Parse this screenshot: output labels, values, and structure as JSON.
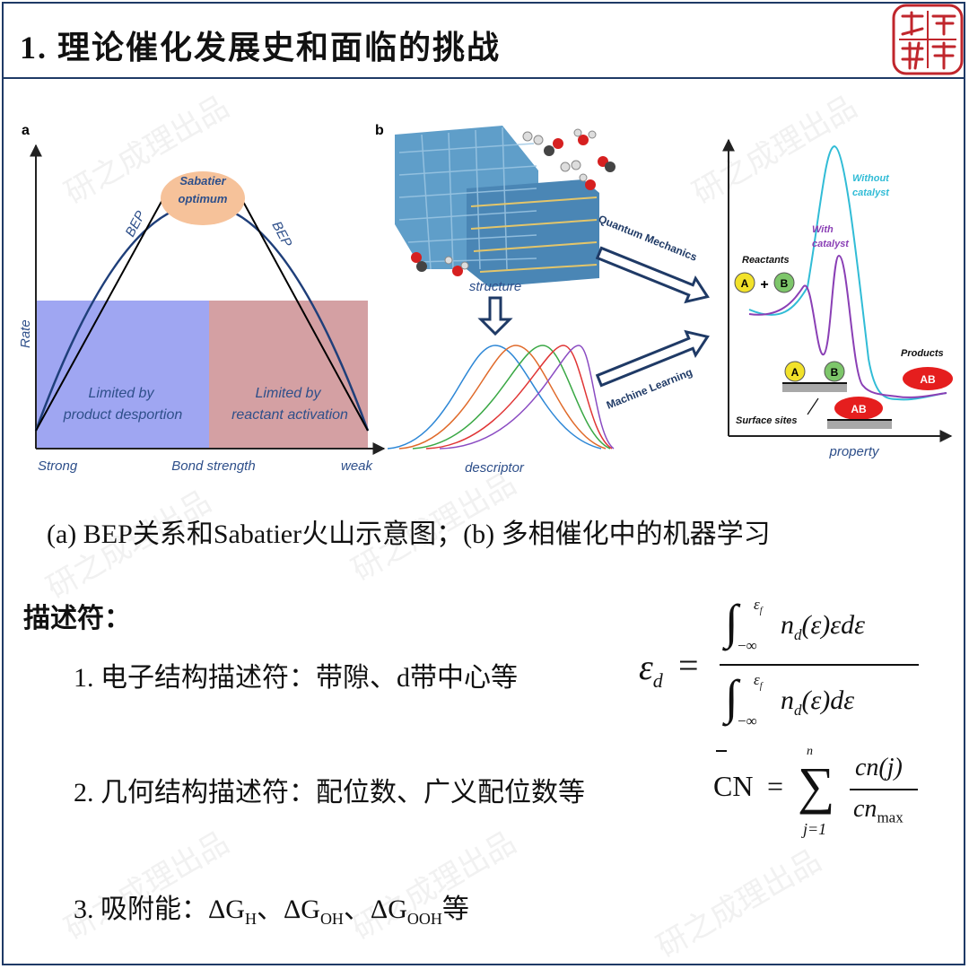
{
  "header": {
    "title": "1. 理论催化发展史和面临的挑战",
    "logo_text": "成研理业"
  },
  "figure_a": {
    "panel_label": "a",
    "peak_label_line1": "Sabatier",
    "peak_label_line2": "optimum",
    "left_slope_label": "BEP",
    "right_slope_label": "BEP",
    "y_axis_label": "Rate",
    "left_region_line1": "Limited by",
    "left_region_line2": "product desportion",
    "right_region_line1": "Limited by",
    "right_region_line2": "reactant activation",
    "x_left": "Strong",
    "x_mid": "Bond strength",
    "x_right": "weak",
    "colors": {
      "left_region": "#9fa6f2",
      "right_region": "#d4a0a3",
      "peak": "#f6c29a",
      "curve": "#1f3f7a"
    }
  },
  "figure_b": {
    "panel_label": "b",
    "structure_label": "structure",
    "descriptor_label": "descriptor",
    "arrow_upper_label": "Quantum Mechanics",
    "arrow_lower_label": "Machine Learning",
    "without_catalyst_line1": "Without",
    "without_catalyst_line2": "catalyst",
    "with_catalyst_line1": "With",
    "with_catalyst_line2": "catalyst",
    "reactants_label": "Reactants",
    "products_label": "Products",
    "surface_sites_label": "Surface sites",
    "property_label": "property",
    "species": {
      "a": "A",
      "b": "B",
      "ab": "AB",
      "plus": "+"
    }
  },
  "caption": "(a) BEP关系和Sabatier火山示意图；(b) 多相催化中的机器学习",
  "descriptors": {
    "heading": "描述符：",
    "item1": "1. 电子结构描述符：带隙、d带中心等",
    "item2": "2. 几何结构描述符：配位数、广义配位数等",
    "item3_prefix": "3. 吸附能：ΔG",
    "item3_sub1": "H",
    "item3_sep1": "、ΔG",
    "item3_sub2": "OH",
    "item3_sep2": "、ΔG",
    "item3_sub3": "OOH",
    "item3_suffix": "等"
  },
  "equations": {
    "eq1_lhs": "ε",
    "eq1_lhs_sub": "d",
    "eq1_eq": "=",
    "eq1_num": "n",
    "eq1_num_sub": "d",
    "eq1_num_rest": "(ε)εdε",
    "eq1_den": "n",
    "eq1_den_sub": "d",
    "eq1_den_rest": "(ε)dε",
    "int_upper": "ε",
    "int_upper_sub": "f",
    "int_lower": "−∞",
    "eq2_lhs": "CN",
    "eq2_eq": "=",
    "eq2_sum": "∑",
    "eq2_sum_top": "n",
    "eq2_sum_bottom": "j=1",
    "eq2_num": "cn(j)",
    "eq2_den": "cn",
    "eq2_den_sub": "max"
  },
  "watermark": "研之成理出品"
}
